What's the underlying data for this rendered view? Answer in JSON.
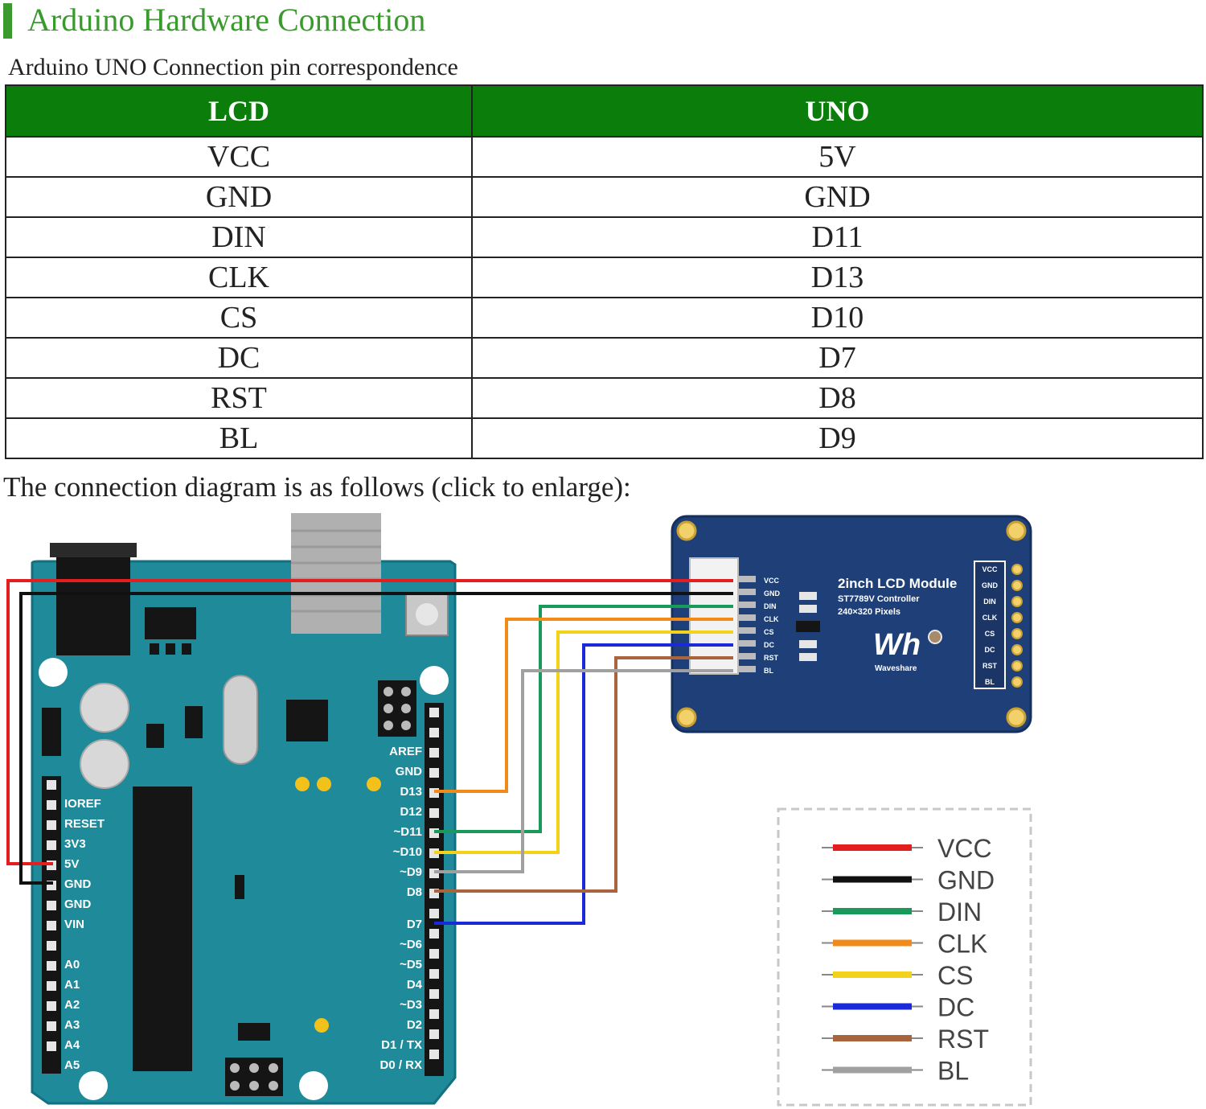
{
  "header": {
    "title": "Arduino Hardware Connection",
    "subtitle": "Arduino UNO Connection pin correspondence"
  },
  "table": {
    "columns": [
      "LCD",
      "UNO"
    ],
    "rows": [
      [
        "VCC",
        "5V"
      ],
      [
        "GND",
        "GND"
      ],
      [
        "DIN",
        "D11"
      ],
      [
        "CLK",
        "D13"
      ],
      [
        "CS",
        "D10"
      ],
      [
        "DC",
        "D7"
      ],
      [
        "RST",
        "D8"
      ],
      [
        "BL",
        "D9"
      ]
    ]
  },
  "caption": "The connection diagram is as follows (click to enlarge):",
  "arduino": {
    "left_pins": [
      "IOREF",
      "RESET",
      "3V3",
      "5V",
      "GND",
      "GND",
      "VIN",
      "A0",
      "A1",
      "A2",
      "A3",
      "A4",
      "A5"
    ],
    "right_pins": [
      "AREF",
      "GND",
      "D13",
      "D12",
      "~D11",
      "~D10",
      "~D9",
      "D8",
      "D7",
      "~D6",
      "~D5",
      "D4",
      "~D3",
      "D2",
      "D1 / TX",
      "D0 / RX"
    ]
  },
  "lcd_module": {
    "title": "2inch LCD Module",
    "controller": "ST7789V Controller",
    "pixels": "240×320 Pixels",
    "brand": "Waveshare",
    "logo_text": "Wh",
    "pins": [
      "VCC",
      "GND",
      "DIN",
      "CLK",
      "CS",
      "DC",
      "RST",
      "BL"
    ]
  },
  "legend": [
    {
      "label": "VCC",
      "color": "#e41e1e"
    },
    {
      "label": "GND",
      "color": "#111111"
    },
    {
      "label": "DIN",
      "color": "#1a9a5a"
    },
    {
      "label": "CLK",
      "color": "#f28a1a"
    },
    {
      "label": "CS",
      "color": "#f2d21a"
    },
    {
      "label": "DC",
      "color": "#1a2ad8"
    },
    {
      "label": "RST",
      "color": "#a8643c"
    },
    {
      "label": "BL",
      "color": "#a0a0a0"
    }
  ]
}
